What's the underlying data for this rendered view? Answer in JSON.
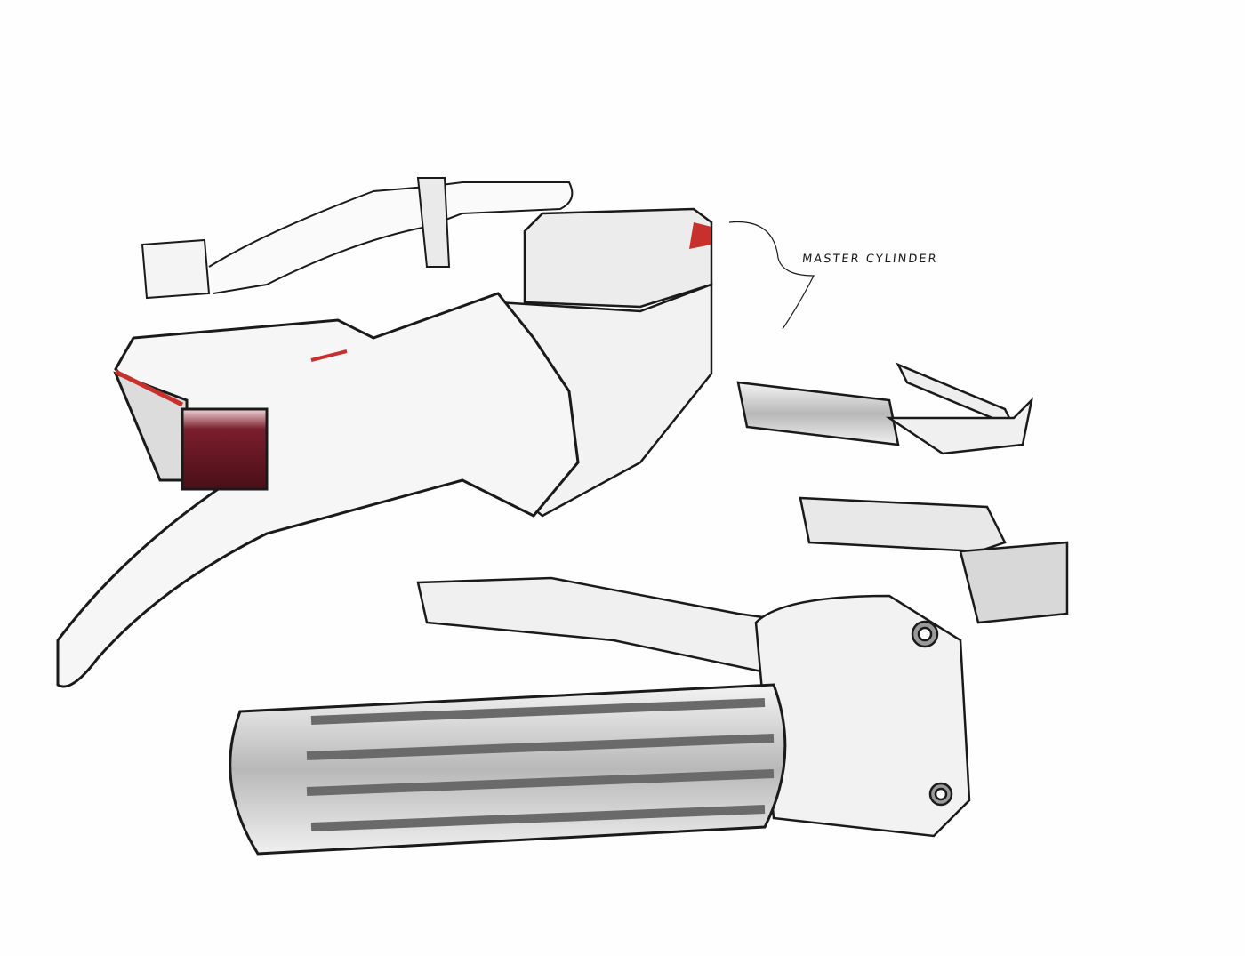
{
  "artwork": {
    "type": "design sketch",
    "subject": "motorcycle handlebar controls",
    "annotations": [
      {
        "text": "MASTER CYLINDER"
      }
    ]
  },
  "colors": {
    "paper": "#fefefe",
    "ink": "#1a1a1a",
    "accent_red": "#c8302e",
    "dark_red": "#5a1420",
    "chrome_gray": "#9a9a9a"
  }
}
